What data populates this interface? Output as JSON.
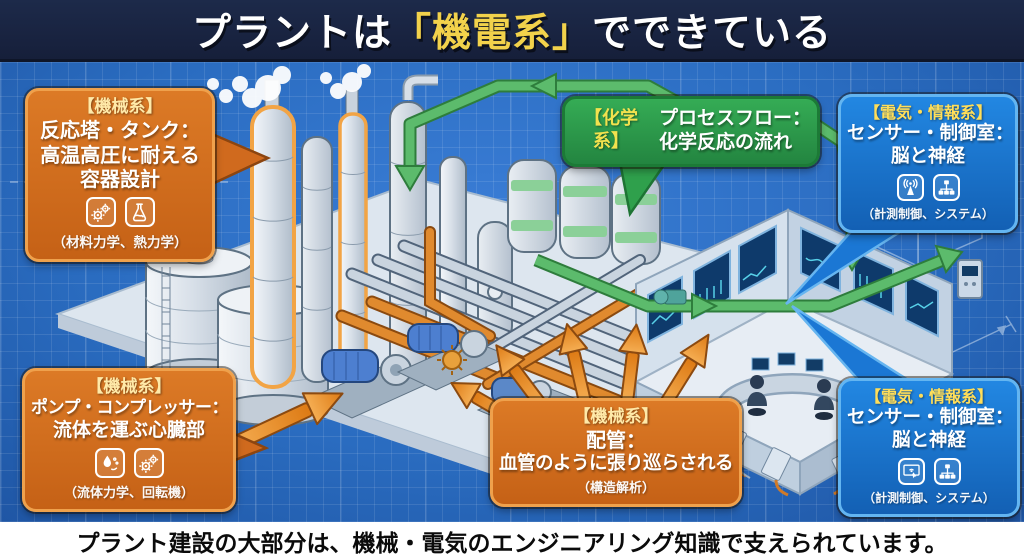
{
  "title": {
    "prefix": "プラントは",
    "highlight": "「機電系」",
    "suffix": "でできている"
  },
  "footer": {
    "text": "プラント建設の大部分は、機械・電気のエンジニアリング知識で支えられています。"
  },
  "colors": {
    "header_bg": "#19233F",
    "highlight_yellow": "#F2D24B",
    "blueprint_blue": "#2A6CC0",
    "mechanical_orange": "#D06A1E",
    "chemical_green": "#2FA04C",
    "electrical_blue": "#1B77D4"
  },
  "callouts": {
    "reactor": {
      "category": "【機械系】",
      "lines": [
        "反応塔・タンク：",
        "高温高圧に耐える",
        "容器設計"
      ],
      "note": "（材料力学、熱力学）",
      "icons": [
        "gears-icon",
        "flask-icon"
      ]
    },
    "process": {
      "category": "【化学系】",
      "lines": [
        "プロセスフロー：",
        "化学反応の流れ"
      ]
    },
    "sensor_top": {
      "category": "【電気・情報系】",
      "lines": [
        "センサー・制御室：",
        "脳と神経"
      ],
      "note": "（計測制御、システム）",
      "icons": [
        "antenna-icon",
        "network-icon"
      ]
    },
    "pump": {
      "category": "【機械系】",
      "lines": [
        "ポンプ・コンプレッサー：",
        "流体を運ぶ心臓部"
      ],
      "note": "（流体力学、回転機）",
      "icons": [
        "fluid-icon",
        "gears-icon"
      ]
    },
    "piping": {
      "category": "【機械系】",
      "lines": [
        "配管：",
        "血管のように張り巡らされる"
      ],
      "note": "（構造解析）"
    },
    "sensor_bottom": {
      "category": "【電気・情報系】",
      "lines": [
        "センサー・制御室：",
        "脳と神経"
      ],
      "note": "（計測制御、システム）",
      "icons": [
        "monitor-icon",
        "network-icon"
      ]
    }
  }
}
